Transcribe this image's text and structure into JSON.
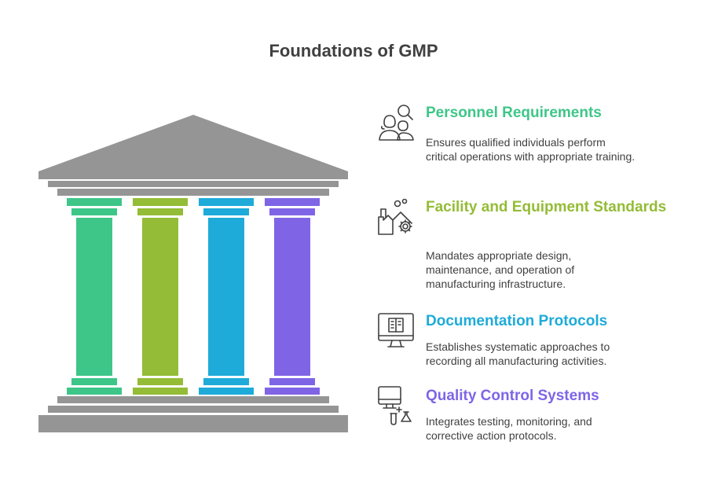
{
  "title": "Foundations of GMP",
  "colors": {
    "stone": "#959595",
    "text": "#404040",
    "pillar_1": "#3EC688",
    "pillar_2": "#94BC36",
    "pillar_3": "#1EABD9",
    "pillar_4": "#7F65E6"
  },
  "items": [
    {
      "title": "Personnel Requirements",
      "description": "Ensures qualified individuals perform critical operations with appropriate training.",
      "icon": "people-search-icon",
      "color": "#3EC688"
    },
    {
      "title": "Facility and Equipment Standards",
      "description": "Mandates appropriate design, maintenance, and operation of manufacturing infrastructure.",
      "icon": "factory-gear-icon",
      "color": "#94BC36"
    },
    {
      "title": "Documentation Protocols",
      "description": "Establishes systematic approaches to recording all manufacturing activities.",
      "icon": "monitor-document-icon",
      "color": "#1EABD9"
    },
    {
      "title": "Quality Control Systems",
      "description": "Integrates testing, monitoring, and corrective action protocols.",
      "icon": "computer-flask-icon",
      "color": "#7F65E6"
    }
  ]
}
